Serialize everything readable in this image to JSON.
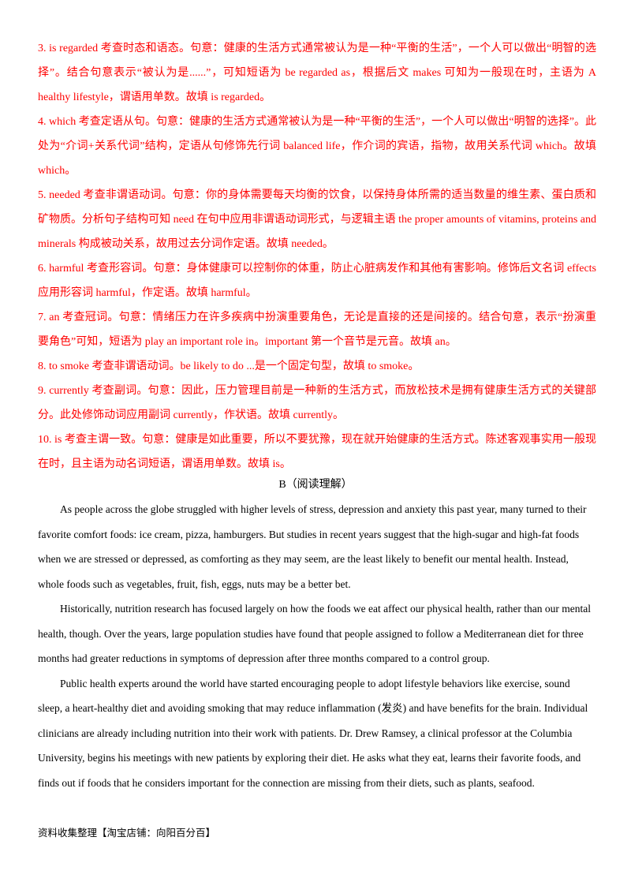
{
  "answers": [
    "3.  is regarded    考查时态和语态。句意：健康的生活方式通常被认为是一种“平衡的生活”，一个人可以做出“明智的选择”。结合句意表示“被认为是......”，可知短语为 be regarded as，根据后文 makes 可知为一般现在时，主语为 A healthy lifestyle，谓语用单数。故填 is regarded。",
    "4.  which    考查定语从句。句意：健康的生活方式通常被认为是一种“平衡的生活”，一个人可以做出“明智的选择”。此处为“介词+关系代词”结构，定语从句修饰先行词 balanced life，作介词的宾语，指物，故用关系代词 which。故填 which。",
    "5.  needed    考查非谓语动词。句意：你的身体需要每天均衡的饮食，以保持身体所需的适当数量的维生素、蛋白质和矿物质。分析句子结构可知 need 在句中应用非谓语动词形式，与逻辑主语 the proper amounts of vitamins, proteins and minerals 构成被动关系，故用过去分词作定语。故填 needed。",
    "6.  harmful    考查形容词。句意：身体健康可以控制你的体重，防止心脏病发作和其他有害影响。修饰后文名词 effects 应用形容词 harmful，作定语。故填 harmful。",
    "7.  an    考查冠词。句意：情绪压力在许多疾病中扮演重要角色，无论是直接的还是间接的。结合句意，表示“扮演重要角色”可知，短语为 play an important role in。important 第一个音节是元音。故填 an。",
    "8. to smoke    考查非谓语动词。be likely to do ...是一个固定句型，故填 to smoke。",
    "9. currently  考查副词。句意：因此，压力管理目前是一种新的生活方式，而放松技术是拥有健康生活方式的关键部分。此处修饰动词应用副词 currently，作状语。故填 currently。",
    "10. is  考查主谓一致。句意：健康是如此重要，所以不要犹豫，现在就开始健康的生活方式。陈述客观事实用一般现在时，且主语为动名词短语，谓语用单数。故填 is。"
  ],
  "section_title": "B（阅读理解）",
  "paragraphs": [
    "As people across the globe struggled with higher levels of stress, depression and anxiety this past year, many turned to their favorite comfort foods: ice cream, pizza, hamburgers. But studies in recent years suggest that the high-sugar and high-fat foods when we are stressed or depressed, as comforting as they may seem, are the least likely to benefit our mental health. Instead, whole foods such as vegetables, fruit, fish, eggs, nuts may be a better bet.",
    "Historically, nutrition research has focused largely on how the foods we eat affect our physical health, rather than our mental health, though. Over the years, large population studies have found that people assigned to follow a Mediterranean diet for three months had greater reductions in symptoms of depression after three months compared to a control group.",
    "Public health experts around the world have started encouraging people to adopt lifestyle behaviors like exercise, sound sleep, a heart-healthy diet and avoiding smoking that may reduce inflammation (发炎) and have benefits for the brain. Individual clinicians are already including nutrition into their work with patients. Dr. Drew Ramsey, a clinical professor at the Columbia University, begins his meetings with new patients by exploring their diet. He asks what they eat, learns their favorite foods, and finds out if foods that he considers important for the connection are missing from their diets, such as plants, seafood."
  ],
  "footer": "资料收集整理【淘宝店铺：向阳百分百】",
  "colors": {
    "answer_text": "#ff0000",
    "body_text": "#000000"
  }
}
